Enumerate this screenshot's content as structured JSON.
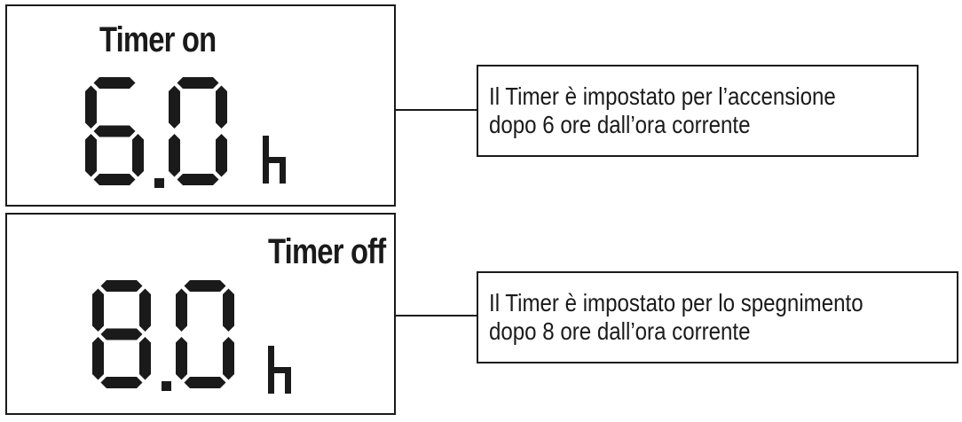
{
  "panels": [
    {
      "label": "Timer on",
      "display_digits": "6.0",
      "digit_1": "6",
      "digit_2": "0",
      "unit": "h",
      "callout_line_1": "Il Timer è impostato per l’accensione",
      "callout_line_2": "dopo 6 ore dall’ora corrente"
    },
    {
      "label": "Timer off",
      "display_digits": "8.0",
      "digit_1": "8",
      "digit_2": "0",
      "unit": "h",
      "callout_line_1": "Il Timer è impostato per lo spegnimento",
      "callout_line_2": "dopo 8 ore dall’ora corrente"
    }
  ],
  "colors": {
    "ink": "#1a1a1a",
    "background": "#ffffff"
  }
}
